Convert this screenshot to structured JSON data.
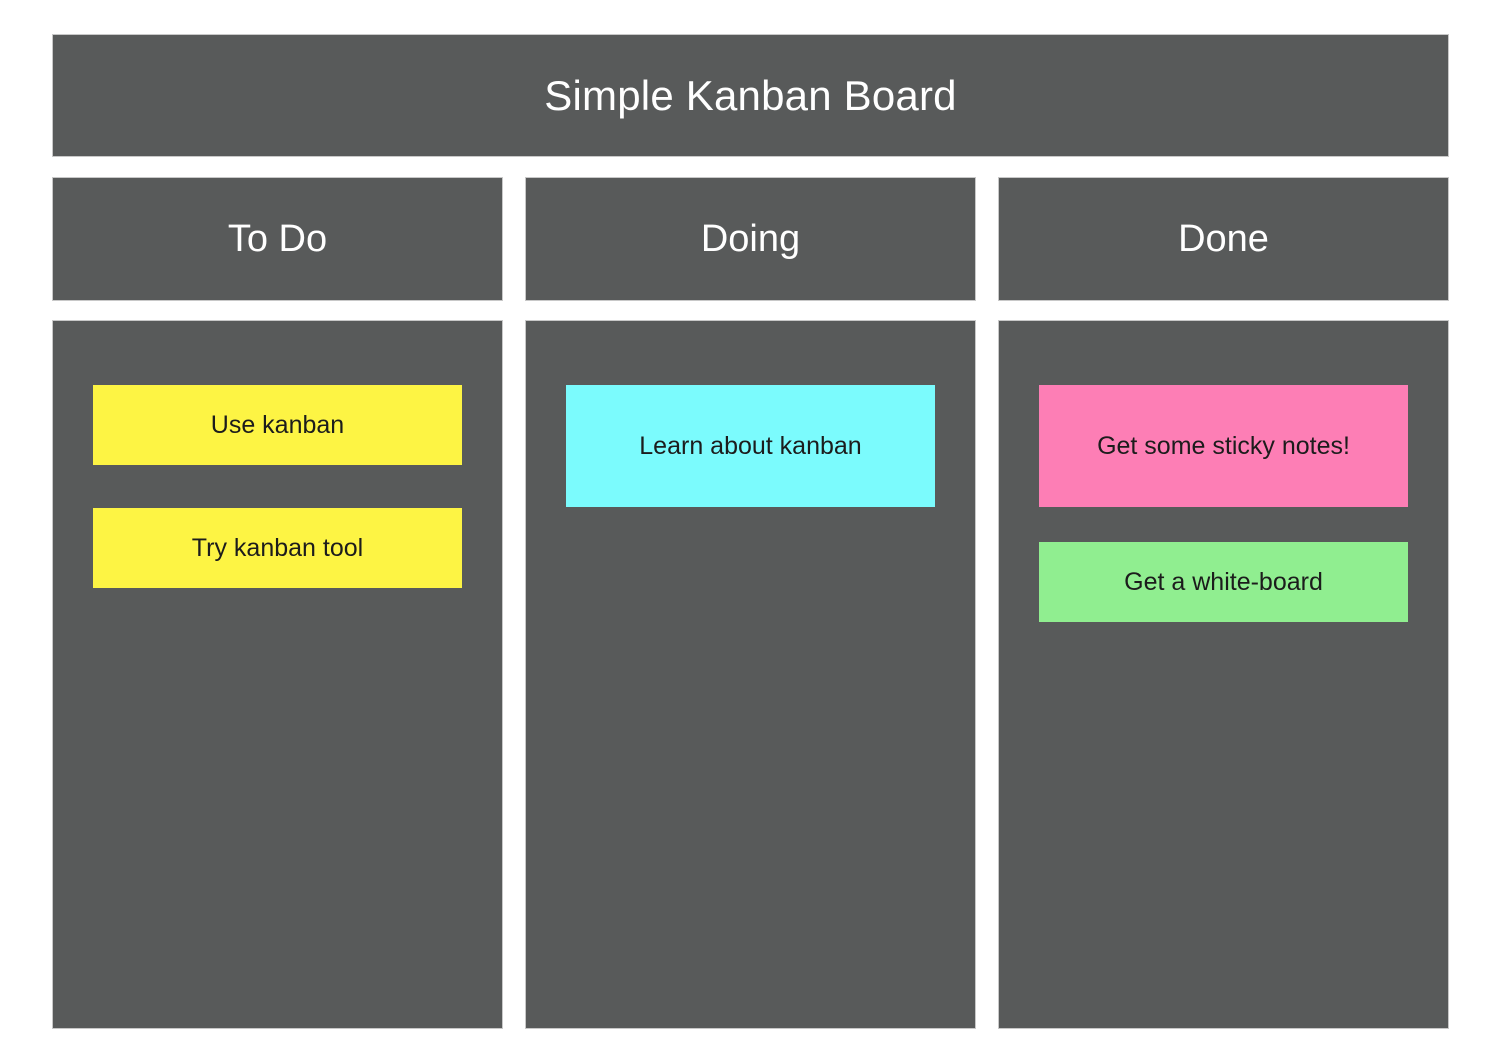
{
  "header": {
    "title": "Simple Kanban Board"
  },
  "colors": {
    "panel": "#585a5a",
    "page_background": "#ffffff",
    "panel_border": "#c8c8c8",
    "header_text": "#ffffff",
    "card_text": "#1c1c1c",
    "yellow": "#fdf444",
    "cyan": "#7bfbfd",
    "pink": "#fd7eb5",
    "green": "#90ee90"
  },
  "columns": [
    {
      "title": "To Do",
      "cards": [
        {
          "text": "Use kanban",
          "color": "#fdf444",
          "size": "size-short",
          "gap": "gap-lg"
        },
        {
          "text": "Try kanban tool",
          "color": "#fdf444",
          "size": "size-short",
          "gap": "gap-lg"
        }
      ]
    },
    {
      "title": "Doing",
      "cards": [
        {
          "text": "Learn about kanban",
          "color": "#7bfbfd",
          "size": "size-tall",
          "gap": "gap-lg"
        }
      ]
    },
    {
      "title": "Done",
      "cards": [
        {
          "text": "Get some sticky notes!",
          "color": "#fd7eb5",
          "size": "size-tall",
          "gap": "gap-lg"
        },
        {
          "text": "Get a white-board",
          "color": "#90ee90",
          "size": "size-short",
          "gap": "gap-sm"
        }
      ]
    }
  ]
}
